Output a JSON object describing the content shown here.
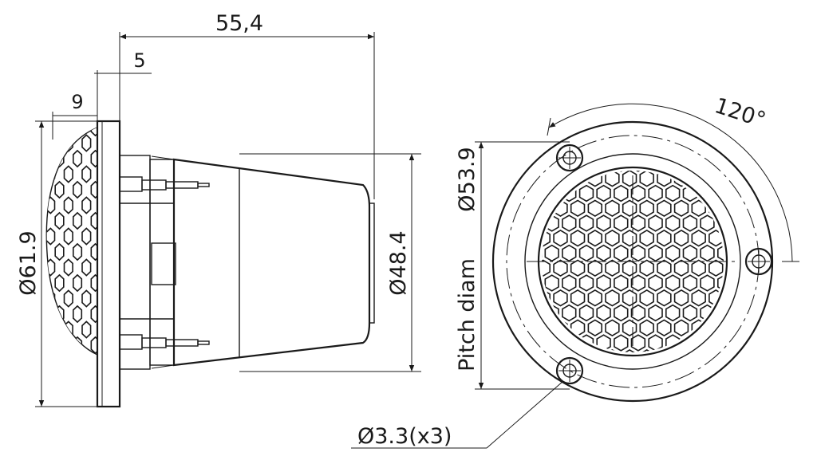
{
  "dimensions": {
    "overall_depth": "55,4",
    "flange_thickness": "5",
    "dome_height": "9",
    "flange_diameter": "Ø61.9",
    "body_diameter": "Ø48.4",
    "pitch_diameter": "Ø53.9",
    "pitch_label": "Pitch diam",
    "hole_spec": "Ø3.3(x3)",
    "mount_angle": "120°"
  },
  "colors": {
    "line": "#1a1a1a",
    "background": "#ffffff"
  }
}
